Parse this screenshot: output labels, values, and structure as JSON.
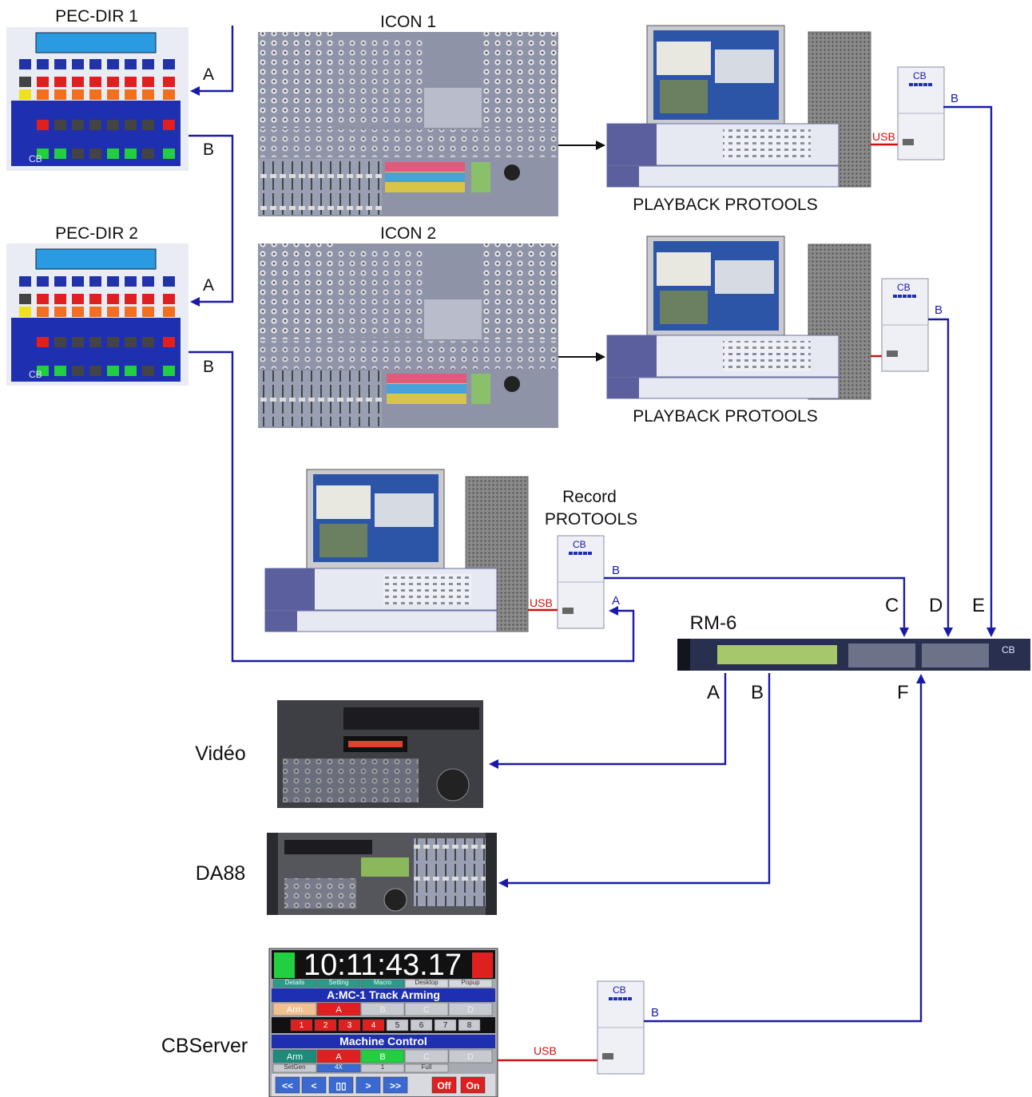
{
  "labels": {
    "pec_dir_1": "PEC-DIR 1",
    "pec_dir_2": "PEC-DIR 2",
    "icon_1": "ICON 1",
    "icon_2": "ICON 2",
    "playback_1": "PLAYBACK PROTOOLS",
    "playback_2": "PLAYBACK PROTOOLS",
    "record_line1": "Record",
    "record_line2": "PROTOOLS",
    "rm6": "RM-6",
    "video": "Vidéo",
    "da88": "DA88",
    "cbserver": "CBServer"
  },
  "ports": {
    "pec1_a": "A",
    "pec1_b": "B",
    "pec2_a": "A",
    "pec2_b": "B",
    "cb1_b": "B",
    "cb2_b": "B",
    "cb_rec_b": "B",
    "cb_rec_a": "A",
    "cb_srv_b": "B",
    "rm6_c": "C",
    "rm6_d": "D",
    "rm6_e": "E",
    "rm6_a": "A",
    "rm6_b": "B",
    "rm6_f": "F",
    "usb": "USB",
    "cb": "CB"
  },
  "cbserver_panel": {
    "timecode": "10:11:43.17",
    "tabs": [
      "Details",
      "Setting",
      "Macro",
      "Desktop",
      "Popup"
    ],
    "track_title": "A:MC-1  Track Arming",
    "arm_row": [
      "Arm",
      "A",
      "B",
      "C",
      "D"
    ],
    "tracks": [
      "1",
      "2",
      "3",
      "4",
      "5",
      "6",
      "7",
      "8"
    ],
    "mc_title": "Machine Control",
    "mc_row": [
      "Arm",
      "A",
      "B",
      "C",
      "D"
    ],
    "sub_row": [
      "SetGen",
      "4X",
      "1",
      "Full"
    ],
    "transport": [
      "<<",
      "<",
      "▯▯",
      ">",
      ">>",
      "Off",
      "On"
    ]
  },
  "colors": {
    "wire": "#1a1aa8",
    "usb": "#d01010",
    "panel_blue": "#2233aa",
    "pec_red": "#e02020",
    "pec_orange": "#f07020",
    "pec_green": "#20d040"
  }
}
